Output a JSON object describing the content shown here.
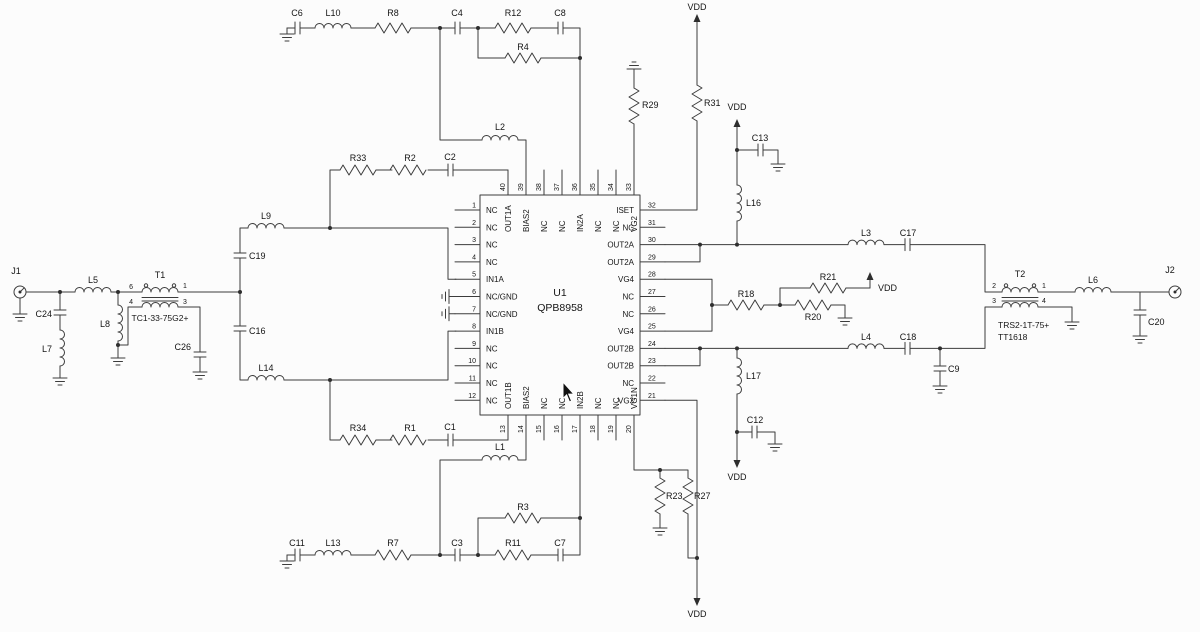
{
  "schematic": {
    "ic": {
      "refdes": "U1",
      "part": "QPB8958",
      "left_pins": [
        {
          "num": "1",
          "label": "NC"
        },
        {
          "num": "2",
          "label": "NC"
        },
        {
          "num": "3",
          "label": "NC"
        },
        {
          "num": "4",
          "label": "NC"
        },
        {
          "num": "5",
          "label": "IN1A"
        },
        {
          "num": "6",
          "label": "NC/GND"
        },
        {
          "num": "7",
          "label": "NC/GND"
        },
        {
          "num": "8",
          "label": "IN1B"
        },
        {
          "num": "9",
          "label": "NC"
        },
        {
          "num": "10",
          "label": "NC"
        },
        {
          "num": "11",
          "label": "NC"
        },
        {
          "num": "12",
          "label": "NC"
        }
      ],
      "top_pins": [
        {
          "num": "40",
          "label": "OUT1A"
        },
        {
          "num": "39",
          "label": "BIAS2"
        },
        {
          "num": "38",
          "label": "NC"
        },
        {
          "num": "37",
          "label": "NC"
        },
        {
          "num": "36",
          "label": "IN2A"
        },
        {
          "num": "35",
          "label": "NC"
        },
        {
          "num": "34",
          "label": "NC"
        },
        {
          "num": "33",
          "label": "VG2"
        }
      ],
      "bottom_pins": [
        {
          "num": "13",
          "label": "OUT1B"
        },
        {
          "num": "14",
          "label": "BIAS2"
        },
        {
          "num": "15",
          "label": "NC"
        },
        {
          "num": "16",
          "label": "NC"
        },
        {
          "num": "17",
          "label": "IN2B"
        },
        {
          "num": "18",
          "label": "NC"
        },
        {
          "num": "19",
          "label": "NC"
        },
        {
          "num": "20",
          "label": "VG1N"
        }
      ],
      "right_pins": [
        {
          "num": "32",
          "label": "ISET"
        },
        {
          "num": "31",
          "label": "NC"
        },
        {
          "num": "30",
          "label": "OUT2A"
        },
        {
          "num": "29",
          "label": "OUT2A"
        },
        {
          "num": "28",
          "label": "VG4"
        },
        {
          "num": "27",
          "label": "NC"
        },
        {
          "num": "26",
          "label": "NC"
        },
        {
          "num": "25",
          "label": "VG4"
        },
        {
          "num": "24",
          "label": "OUT2B"
        },
        {
          "num": "23",
          "label": "OUT2B"
        },
        {
          "num": "22",
          "label": "NC"
        },
        {
          "num": "21",
          "label": "VG3"
        }
      ]
    },
    "power": {
      "vdd": "VDD"
    },
    "connectors": {
      "j1": "J1",
      "j2": "J2"
    },
    "t1": {
      "ref": "T1",
      "part": "TC1-33-75G2+",
      "pin_tl": "6",
      "pin_tr": "1",
      "pin_bl": "4",
      "pin_br": "3"
    },
    "t2": {
      "ref": "T2",
      "part": "TRS2-1T-75+",
      "part2": "TT1618",
      "pin_tl": "2",
      "pin_tr": "1",
      "pin_bl": "3",
      "pin_br": "4"
    },
    "refs": {
      "c6": "C6",
      "l10": "L10",
      "r8": "R8",
      "c4": "C4",
      "r12": "R12",
      "c8": "C8",
      "r4": "R4",
      "l2": "L2",
      "r33": "R33",
      "r2": "R2",
      "c2": "C2",
      "l9": "L9",
      "c19": "C19",
      "c16": "C16",
      "l14": "L14",
      "l5": "L5",
      "c24": "C24",
      "l7": "L7",
      "l8": "L8",
      "c26": "C26",
      "r34": "R34",
      "r1": "R1",
      "c1": "C1",
      "l1": "L1",
      "c11": "C11",
      "l13": "L13",
      "r7": "R7",
      "c3": "C3",
      "r11": "R11",
      "c7": "C7",
      "r3": "R3",
      "r23": "R23",
      "r27": "R27",
      "r29": "R29",
      "r31": "R31",
      "c13": "C13",
      "l16": "L16",
      "l3": "L3",
      "c17": "C17",
      "r18": "R18",
      "r20": "R20",
      "r21": "R21",
      "l4": "L4",
      "c18": "C18",
      "c9": "C9",
      "l17": "L17",
      "c12": "C12",
      "l6": "L6",
      "c20": "C20"
    }
  }
}
